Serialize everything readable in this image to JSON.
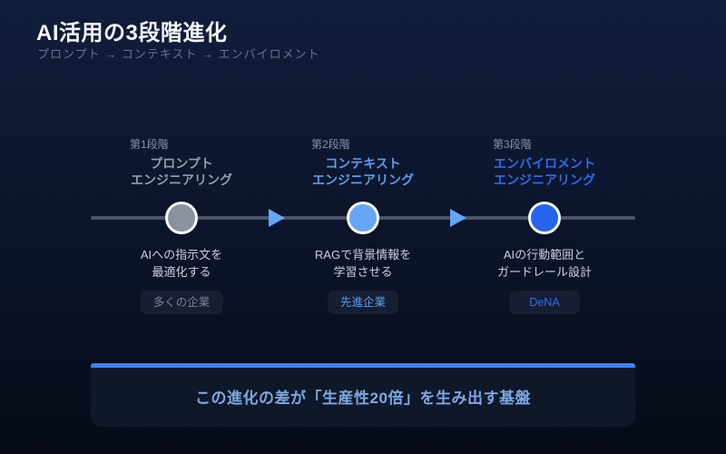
{
  "page": {
    "title": "AI活用の3段階進化",
    "subtitle": "プロンプト → コンテキスト → エンバイロメント"
  },
  "stages": [
    {
      "label": "第1段階",
      "title": "プロンプト\nエンジニアリング",
      "title_color": "#939DAD",
      "node_color": "#8A92A0",
      "desc": "AIへの指示文を\n最適化する",
      "badge": "多くの企業",
      "badge_color": "#79829A"
    },
    {
      "label": "第2段階",
      "title": "コンテキスト\nエンジニアリング",
      "title_color": "#5C9EEA",
      "node_color": "#68A5F2",
      "desc": "RAGで背景情報を\n学習させる",
      "badge": "先進企業",
      "badge_color": "#5C9EEA"
    },
    {
      "label": "第3段階",
      "title": "エンバイロメント\nエンジニアリング",
      "title_color": "#2E6BE8",
      "node_color": "#2563EB",
      "desc": "AIの行動範囲と\nガードレール設計",
      "badge": "DeNA",
      "badge_color": "#336FE6"
    }
  ],
  "timeline": {
    "line_color": "#4A5468",
    "arrow_color": "#64A5F6"
  },
  "banner": {
    "text": "この進化の差が「生産性20倍」を生み出す基盤",
    "accent_color": "#3B82F6",
    "text_color": "#7FA7E3"
  }
}
